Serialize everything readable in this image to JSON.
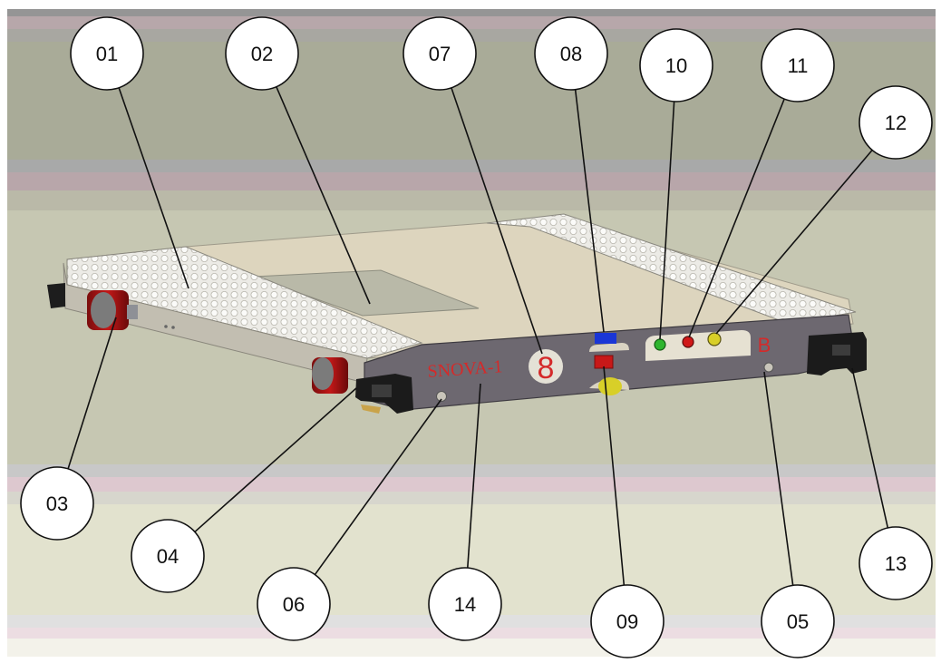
{
  "diagram": {
    "product_marking": "SNOVA-1",
    "id_badge": "8",
    "side_letter": "B",
    "callouts": [
      {
        "id": "01",
        "label": "01"
      },
      {
        "id": "02",
        "label": "02"
      },
      {
        "id": "07",
        "label": "07"
      },
      {
        "id": "08",
        "label": "08"
      },
      {
        "id": "10",
        "label": "10"
      },
      {
        "id": "11",
        "label": "11"
      },
      {
        "id": "12",
        "label": "12"
      },
      {
        "id": "03",
        "label": "03"
      },
      {
        "id": "04",
        "label": "04"
      },
      {
        "id": "06",
        "label": "06"
      },
      {
        "id": "14",
        "label": "14"
      },
      {
        "id": "09",
        "label": "09"
      },
      {
        "id": "05",
        "label": "05"
      },
      {
        "id": "13",
        "label": "13"
      }
    ],
    "colors": {
      "panel": "#6d6870",
      "deck": "#ddd5be",
      "tread": "#e9e7e0",
      "marking_red": "#d42a2a",
      "led_green": "#2fb52f",
      "led_red": "#d01818",
      "led_yellow": "#d8cf28",
      "sensor_blue": "#1a36d6"
    }
  }
}
